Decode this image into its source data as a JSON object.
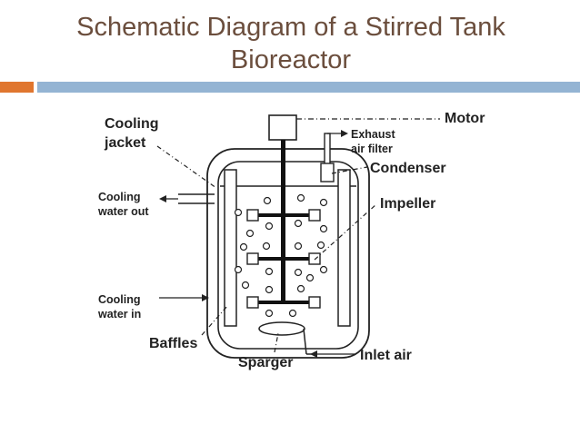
{
  "slide": {
    "title_line1": "Schematic Diagram of a Stirred Tank",
    "title_line2": "Bioreactor"
  },
  "labels": {
    "cooling_jacket_1": "Cooling",
    "cooling_jacket_2": "jacket",
    "motor": "Motor",
    "exhaust_1": "Exhaust",
    "exhaust_2": "air filter",
    "condenser": "Condenser",
    "cooling_out_1": "Cooling",
    "cooling_out_2": "water out",
    "impeller": "Impeller",
    "cooling_in_1": "Cooling",
    "cooling_in_2": "water in",
    "baffles": "Baffles",
    "sparger": "Sparger",
    "inlet_air": "Inlet air"
  },
  "colors": {
    "title": "#6b4e3d",
    "accent_orange": "#e0762f",
    "accent_blue": "#94b4d3",
    "ink": "#222222"
  }
}
